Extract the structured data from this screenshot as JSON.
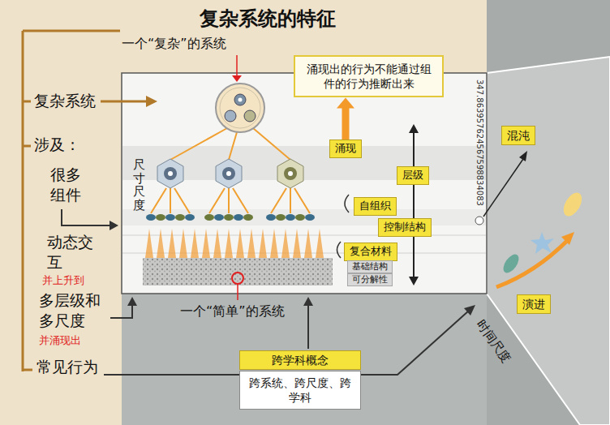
{
  "diagram": {
    "title": "复杂系统的特征",
    "nodes": [
      {
        "text": [
          "涌现出的行为不能通过组件的行为推断出来"
        ]
      },
      {
        "text": [
          "涌现"
        ]
      },
      {
        "text": [
          "层级"
        ]
      },
      {
        "text": [
          "自组织"
        ]
      },
      {
        "text": [
          "控制结构"
        ]
      },
      {
        "text": [
          "复合材料"
        ]
      },
      {
        "text": [
          "基础结构"
        ]
      },
      {
        "text": [
          "可分解性"
        ]
      },
      {
        "text": [
          "混沌"
        ]
      },
      {
        "text": [
          "演进"
        ]
      },
      {
        "text": [
          "跨学科概念"
        ]
      },
      {
        "text": [
          "跨系统、跨尺度、跨学科"
        ]
      }
    ],
    "edges": [
      {
        "from": 1,
        "to": 0,
        "arrow": "to"
      }
    ],
    "labels": [
      "一个“复杂”的系统",
      "复杂系统",
      "涉及：",
      "很多组件",
      "动态交互",
      "并上升到",
      "多层级和多尺度",
      "并涌现出",
      "常见行为",
      "尺寸尺度",
      "347.863957624567598834083",
      "一个“简单”的系统",
      "时间尺度"
    ]
  }
}
